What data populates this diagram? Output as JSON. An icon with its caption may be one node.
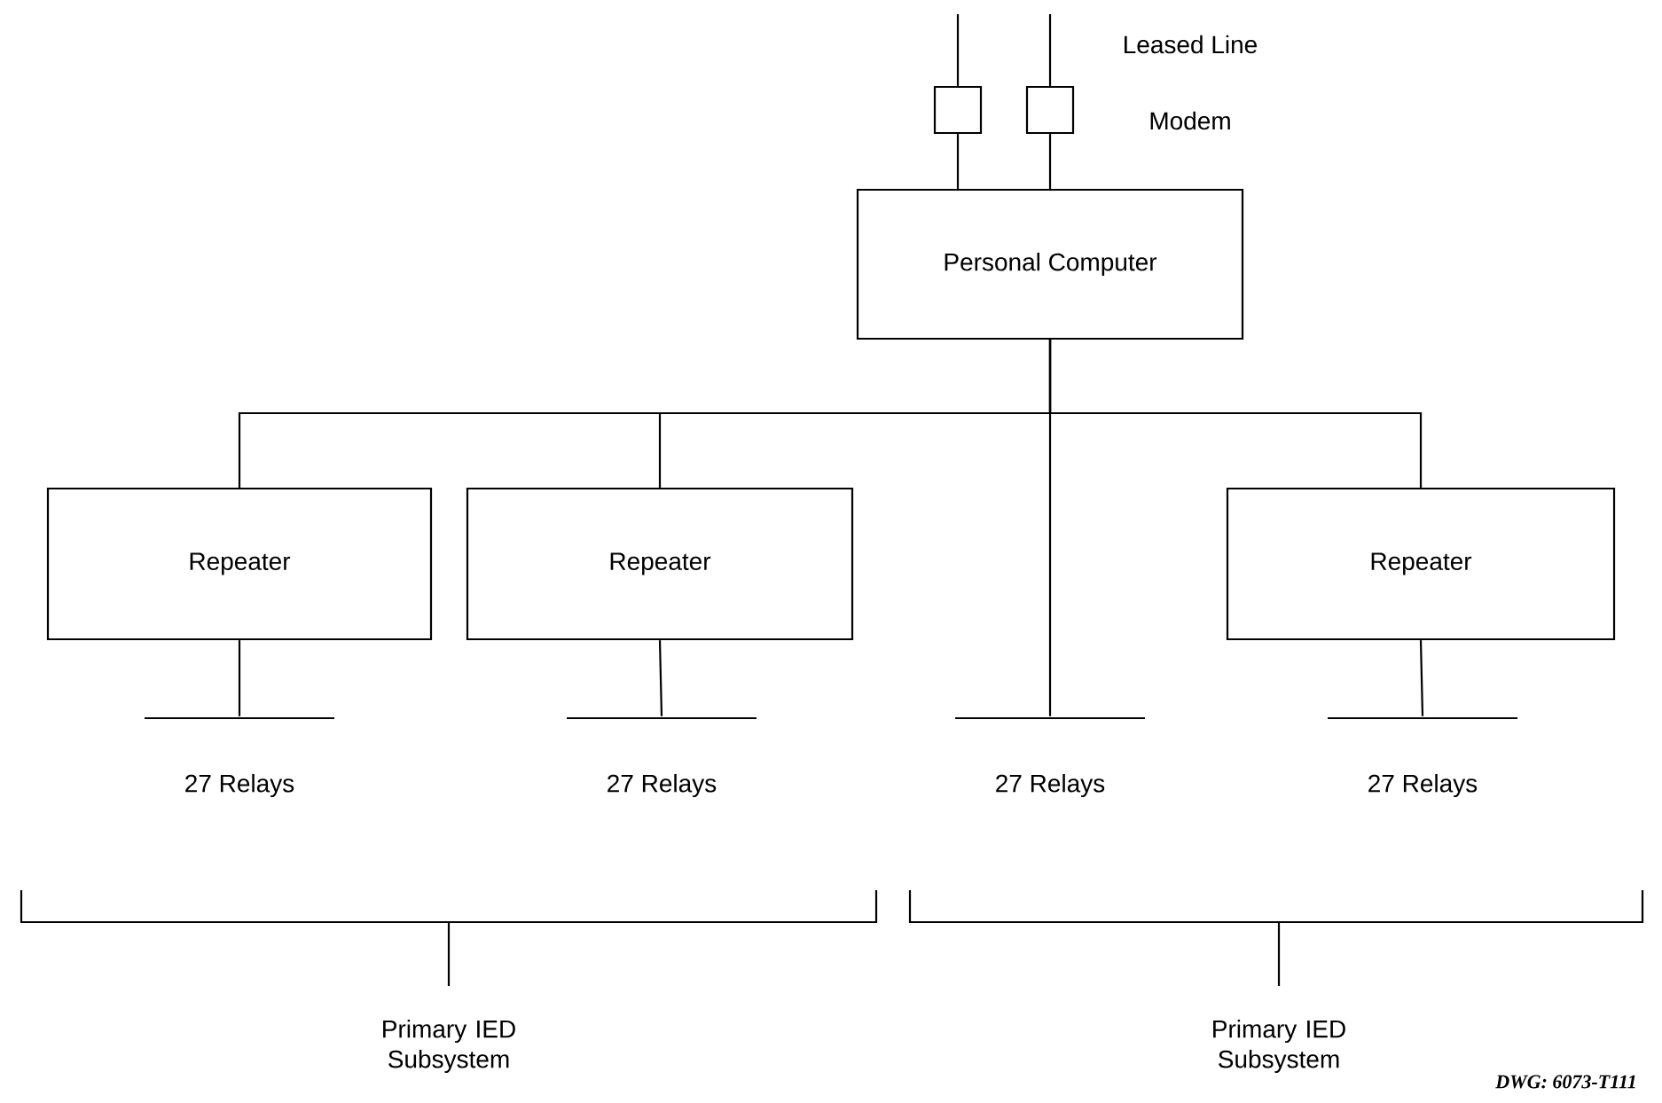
{
  "diagram": {
    "nodes": [
      {
        "text": [],
        "shape": "box"
      },
      {
        "text": [],
        "shape": "box"
      },
      {
        "text": [
          "Personal Computer"
        ]
      },
      {
        "text": [
          "Repeater"
        ]
      },
      {
        "text": [
          "Repeater"
        ]
      },
      {
        "text": [
          "Repeater"
        ]
      },
      {
        "text": [],
        "shape": "bar",
        "beside": [
          "27 Relays"
        ]
      },
      {
        "text": [],
        "shape": "bar",
        "beside": [
          "27 Relays"
        ]
      },
      {
        "text": [],
        "shape": "bar",
        "beside": [
          "27 Relays"
        ]
      },
      {
        "text": [],
        "shape": "bar",
        "beside": [
          "27 Relays"
        ]
      }
    ],
    "edges": [
      {
        "from": 0,
        "to": null,
        "arrow": "none"
      },
      {
        "from": 1,
        "to": null,
        "arrow": "none"
      },
      {
        "from": 2,
        "to": 0,
        "arrow": "none"
      },
      {
        "from": 2,
        "to": 1,
        "arrow": "none"
      },
      {
        "from": 2,
        "to": 3,
        "arrow": "none"
      },
      {
        "from": 2,
        "to": 4,
        "arrow": "none"
      },
      {
        "from": 2,
        "to": 8,
        "arrow": "none"
      },
      {
        "from": 2,
        "to": 5,
        "arrow": "none"
      },
      {
        "from": 3,
        "to": 6,
        "arrow": "none"
      },
      {
        "from": 4,
        "to": 7,
        "arrow": "none"
      },
      {
        "from": 5,
        "to": 9,
        "arrow": "none"
      }
    ],
    "labels": [
      "Leased Line",
      "Modem",
      "Primary IED Subsystem",
      "Primary IED Subsystem",
      "DWG: 6073-T111"
    ]
  }
}
